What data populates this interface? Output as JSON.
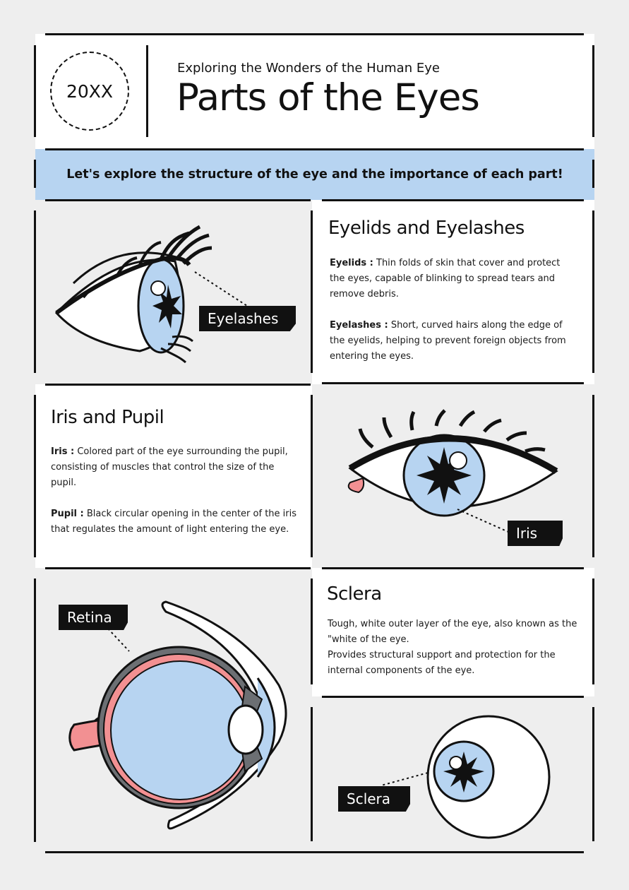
{
  "header": {
    "year": "20XX",
    "subtitle": "Exploring the Wonders of the Human Eye",
    "title": "Parts of the Eyes"
  },
  "banner": {
    "text": "Let's explore the structure of the eye and the importance of each part!"
  },
  "eyelids": {
    "title": "Eyelids and Eyelashes",
    "term1": "Eyelids :",
    "desc1": "Thin folds of skin that cover and protect the eyes, capable of blinking to spread tears and remove debris.",
    "term2": "Eyelashes :",
    "desc2": "Short, curved hairs along the edge of the eyelids, helping to prevent foreign objects from entering the eyes.",
    "tag": "Eyelashes"
  },
  "iris": {
    "title": "Iris and Pupil",
    "term1": "Iris :",
    "desc1": "Colored part of the eye surrounding the pupil, consisting of muscles that control the size of the pupil.",
    "term2": "Pupil :",
    "desc2": "Black circular opening in the center of the iris that regulates the amount of light entering the eye.",
    "tag": "Iris"
  },
  "sclera": {
    "title": "Sclera",
    "line1": "Tough, white outer layer of the eye, also known as the \"white of the eye.",
    "line2": "Provides structural support and protection for the internal components of the eye.",
    "tag": "Sclera"
  },
  "retina": {
    "tag": "Retina"
  },
  "colors": {
    "accent_blue": "#b7d4f1",
    "iris_blue": "#b7d4f1",
    "pink": "#f29092",
    "dark": "#111111",
    "background": "#eeeeee"
  }
}
